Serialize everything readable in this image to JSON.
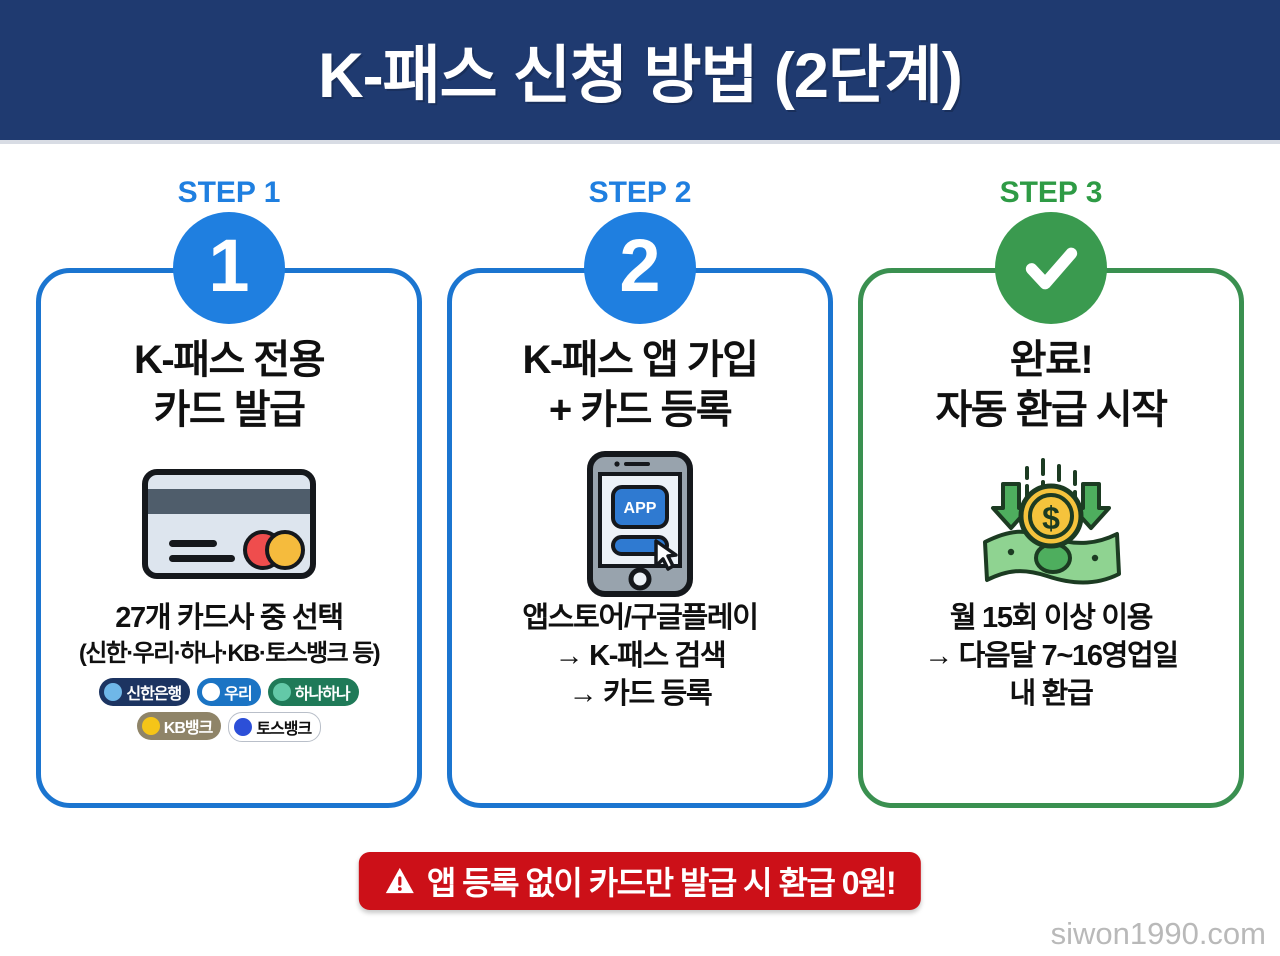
{
  "header": {
    "title": "K-패스 신청 방법 (2단계)",
    "bg_color": "#1f3a70",
    "text_color": "#ffffff"
  },
  "colors": {
    "blue_accent": "#1f7fe0",
    "blue_border": "#1b75d0",
    "green_accent": "#2e9b45",
    "green_border": "#3a9050",
    "warning_red": "#cc1018",
    "navy": "#1f3a70"
  },
  "steps": [
    {
      "step_label": "STEP 1",
      "badge": "1",
      "badge_icon": "number-badge",
      "accent": "blue",
      "title": "K-패스 전용\n카드 발급",
      "icon": "credit-card-icon",
      "body_main": "27개 카드사 중 선택",
      "body_sub": "(신한·우리·하나·KB·토스뱅크 등)",
      "banks": [
        [
          {
            "name": "신한은행",
            "bg": "#1c3461",
            "fg": "#ffffff",
            "dot": "#6fb7e8"
          },
          {
            "name": "우리",
            "bg": "#1b74c4",
            "fg": "#ffffff",
            "dot": "#ffffff"
          },
          {
            "name": "하나하나",
            "bg": "#1f7a58",
            "fg": "#ffffff",
            "dot": "#63c9a8"
          }
        ],
        [
          {
            "name": "KB뱅크",
            "bg": "#8f8468",
            "fg": "#ffffff",
            "dot": "#f5c518"
          },
          {
            "name": "토스뱅크",
            "bg": "#ffffff",
            "fg": "#101010",
            "dot": "#2c4fd8"
          }
        ]
      ]
    },
    {
      "step_label": "STEP 2",
      "badge": "2",
      "badge_icon": "number-badge",
      "accent": "blue",
      "title": "K-패스 앱 가입\n+ 카드 등록",
      "icon": "smartphone-app-icon",
      "app_icon_label": "APP",
      "body_main": "앱스토어/구글플레이\n→ K-패스 검색\n→ 카드 등록",
      "body_sub": "",
      "banks": []
    },
    {
      "step_label": "STEP 3",
      "badge": "",
      "badge_icon": "check-circle-icon",
      "accent": "green",
      "title": "완료!\n자동 환급 시작",
      "icon": "money-refund-icon",
      "body_main": "월 15회 이상 이용\n→ 다음달 7~16영업일\n내 환급",
      "body_sub": "",
      "banks": []
    }
  ],
  "warning": {
    "icon": "warning-triangle-icon",
    "text": "앱 등록 없이 카드만 발급 시 환급 0원!"
  },
  "watermark": "siwon1990.com"
}
